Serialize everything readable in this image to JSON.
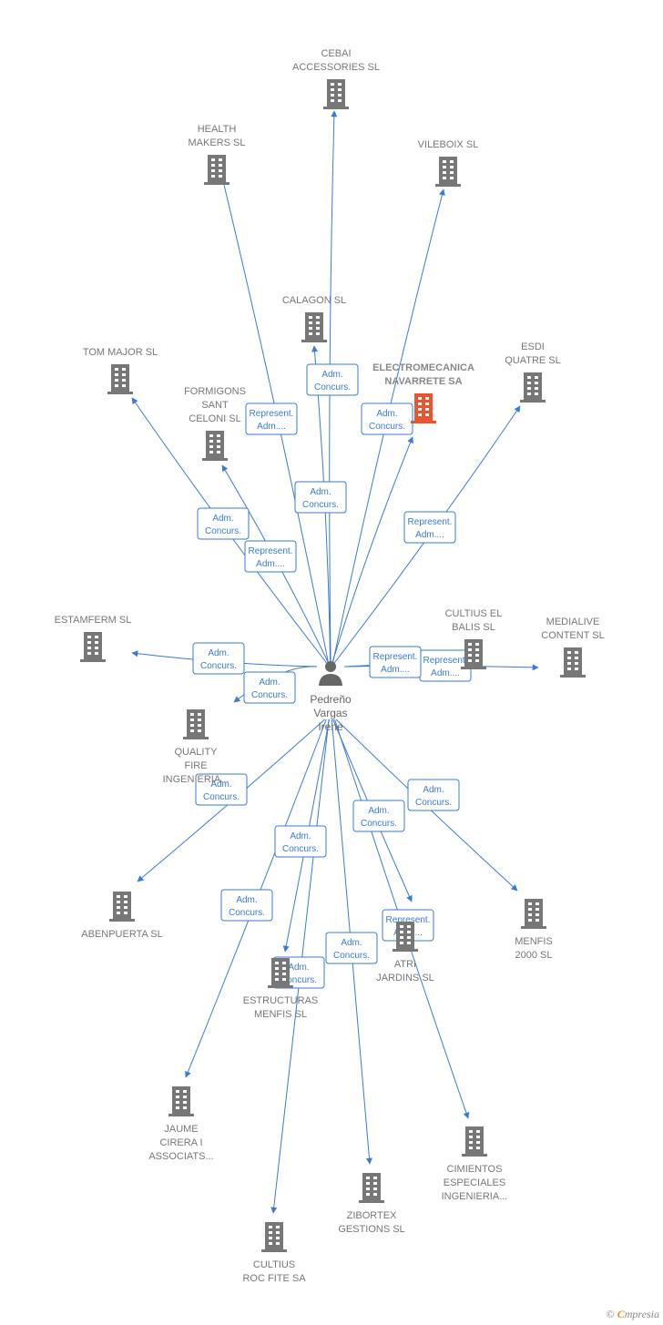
{
  "colors": {
    "building": "#777777",
    "highlight": "#e8552f",
    "edge": "#3a7bd5",
    "person": "#666666"
  },
  "person": {
    "id": "p",
    "lines": [
      "Pedreño",
      "Vargas",
      "Irene"
    ]
  },
  "companies": [
    {
      "id": "cebai",
      "lines": [
        "CEBAI",
        "ACCESSORIES SL"
      ],
      "icon": "building-icon"
    },
    {
      "id": "health",
      "lines": [
        "HEALTH",
        "MAKERS SL"
      ],
      "icon": "building-icon"
    },
    {
      "id": "vileboix",
      "lines": [
        "VILEBOIX SL"
      ],
      "icon": "building-icon"
    },
    {
      "id": "calagon",
      "lines": [
        "CALAGON SL"
      ],
      "icon": "building-icon"
    },
    {
      "id": "electro",
      "lines": [
        "ELECTROMECANICA",
        "NAVARRETE SA"
      ],
      "icon": "building-icon",
      "highlight": true
    },
    {
      "id": "esdi",
      "lines": [
        "ESDI",
        "QUATRE  SL"
      ],
      "icon": "building-icon"
    },
    {
      "id": "tommajor",
      "lines": [
        "TOM MAJOR SL"
      ],
      "icon": "building-icon"
    },
    {
      "id": "formigons",
      "lines": [
        "FORMIGONS",
        "SANT",
        "CELONI SL"
      ],
      "icon": "building-icon"
    },
    {
      "id": "estamferm",
      "lines": [
        "ESTAMFERM SL"
      ],
      "icon": "building-icon"
    },
    {
      "id": "cultiuselbalis",
      "lines": [
        "CULTIUS EL",
        "BALIS SL"
      ],
      "icon": "building-icon"
    },
    {
      "id": "medialive",
      "lines": [
        "MEDIALIVE",
        "CONTENT SL"
      ],
      "icon": "building-icon"
    },
    {
      "id": "quality",
      "lines": [
        "QUALITY",
        "FIRE",
        "INGENIERIA..."
      ],
      "icon": "building-icon"
    },
    {
      "id": "abenpuerta",
      "lines": [
        "ABENPUERTA SL"
      ],
      "icon": "building-icon"
    },
    {
      "id": "menfis2000",
      "lines": [
        "MENFIS",
        "2000 SL"
      ],
      "icon": "building-icon"
    },
    {
      "id": "atri",
      "lines": [
        "ATRI",
        "JARDINS SL"
      ],
      "icon": "building-icon"
    },
    {
      "id": "estructuras",
      "lines": [
        "ESTRUCTURAS",
        "MENFIS SL"
      ],
      "icon": "building-icon"
    },
    {
      "id": "jaume",
      "lines": [
        "JAUME",
        "CIRERA I",
        "ASSOCIATS..."
      ],
      "icon": "building-icon"
    },
    {
      "id": "cimientos",
      "lines": [
        "CIMIENTOS",
        "ESPECIALES",
        "INGENIERIA..."
      ],
      "icon": "building-icon"
    },
    {
      "id": "zibortex",
      "lines": [
        "ZIBORTEX",
        "GESTIONS SL"
      ],
      "icon": "building-icon"
    },
    {
      "id": "cultiusroc",
      "lines": [
        "CULTIUS",
        "ROC FITE SA"
      ],
      "icon": "building-icon"
    }
  ],
  "edges": [
    {
      "to": "cebai",
      "label": [
        "Adm.",
        "Concurs."
      ]
    },
    {
      "to": "health",
      "label": [
        "Represent.",
        "Adm...."
      ]
    },
    {
      "to": "vileboix",
      "label": [
        "Adm.",
        "Concurs."
      ]
    },
    {
      "to": "calagon",
      "label": [
        "Adm.",
        "Concurs."
      ]
    },
    {
      "to": "electro",
      "label": [
        "Adm.",
        "Concurs."
      ]
    },
    {
      "to": "esdi",
      "label": [
        "Represent.",
        "Adm...."
      ]
    },
    {
      "to": "tommajor",
      "label": [
        "Adm.",
        "Concurs."
      ]
    },
    {
      "to": "formigons",
      "label": [
        "Represent.",
        "Adm...."
      ]
    },
    {
      "to": "estamferm",
      "label": [
        "Adm.",
        "Concurs."
      ]
    },
    {
      "to": "quality",
      "label": [
        "Adm.",
        "Concurs."
      ]
    },
    {
      "to": "cultiuselbalis",
      "label": [
        "Represent.",
        "Adm...."
      ]
    },
    {
      "to": "medialive",
      "label": [
        "Represent.",
        "Adm...."
      ]
    },
    {
      "to": "abenpuerta",
      "label": [
        "Adm.",
        "Concurs."
      ]
    },
    {
      "to": "menfis2000",
      "label": [
        "Adm.",
        "Concurs."
      ]
    },
    {
      "to": "atri",
      "label": [
        "Adm.",
        "Concurs."
      ]
    },
    {
      "to": "cimientos",
      "label": [
        "Represent.",
        "Adm...."
      ]
    },
    {
      "to": "estructuras",
      "label": [
        "Adm.",
        "Concurs."
      ]
    },
    {
      "to": "jaume",
      "label": [
        "Adm.",
        "Concurs."
      ]
    },
    {
      "to": "zibortex",
      "label": [
        "Adm.",
        "Concurs."
      ]
    },
    {
      "to": "cultiusroc",
      "label": [
        "Adm.",
        "Concurs."
      ]
    }
  ],
  "footer": {
    "copyright": "©",
    "brand_initial": "C",
    "brand_rest": "mpresia"
  }
}
